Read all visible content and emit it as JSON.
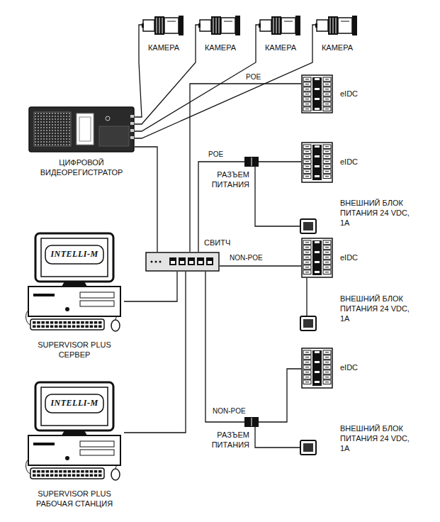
{
  "diagram": {
    "nodes": [
      {
        "text": [
          "КАМЕРА"
        ]
      },
      {
        "text": [
          "КАМЕРА"
        ]
      },
      {
        "text": [
          "КАМЕРА"
        ]
      },
      {
        "text": [
          "КАМЕРА"
        ]
      },
      {
        "text": [
          "ЦИФРОВОЙ ВИДЕОРЕГИСТРАТОР"
        ]
      },
      {
        "text": [
          "СВИТЧ"
        ]
      },
      {
        "text": [
          "INTELLI-M",
          "SUPERVISOR PLUS СЕРВЕР"
        ]
      },
      {
        "text": [
          "INTELLI-M",
          "SUPERVISOR PLUS РАБОЧАЯ СТАНЦИЯ"
        ]
      },
      {
        "text": [
          "eIDC"
        ]
      },
      {
        "text": [
          "eIDC"
        ]
      },
      {
        "text": [
          "РАЗЪЕМ ПИТАНИЯ"
        ]
      },
      {
        "text": [
          "ВНЕШНИЙ БЛОК ПИТАНИЯ 24 VDC, 1A"
        ]
      },
      {
        "text": [
          "eIDC"
        ]
      },
      {
        "text": [
          "ВНЕШНИЙ БЛОК ПИТАНИЯ 24 VDC, 1A"
        ]
      },
      {
        "text": [
          "eIDC"
        ]
      },
      {
        "text": [
          "РАЗЪЕМ ПИТАНИЯ"
        ]
      },
      {
        "text": [
          "ВНЕШНИЙ БЛОК ПИТАНИЯ 24 VDC, 1A"
        ]
      }
    ],
    "edges": [
      {
        "from": 0,
        "to": 4,
        "arrow": "none"
      },
      {
        "from": 1,
        "to": 4,
        "arrow": "none"
      },
      {
        "from": 2,
        "to": 4,
        "arrow": "none"
      },
      {
        "from": 3,
        "to": 4,
        "arrow": "none"
      },
      {
        "from": 4,
        "to": 5,
        "arrow": "none"
      },
      {
        "from": 5,
        "to": 6,
        "arrow": "none"
      },
      {
        "from": 5,
        "to": 7,
        "arrow": "none"
      },
      {
        "from": 5,
        "to": 8,
        "label": "POE",
        "arrow": "none"
      },
      {
        "from": 5,
        "to": 10,
        "label": "POE",
        "arrow": "none"
      },
      {
        "from": 10,
        "to": 9,
        "arrow": "none"
      },
      {
        "from": 10,
        "to": 11,
        "arrow": "none"
      },
      {
        "from": 5,
        "to": 12,
        "label": "NON-POE",
        "arrow": "none"
      },
      {
        "from": 12,
        "to": 13,
        "arrow": "none"
      },
      {
        "from": 5,
        "to": 15,
        "label": "NON-POE",
        "arrow": "none"
      },
      {
        "from": 15,
        "to": 14,
        "arrow": "none"
      },
      {
        "from": 15,
        "to": 16,
        "arrow": "none"
      }
    ]
  }
}
